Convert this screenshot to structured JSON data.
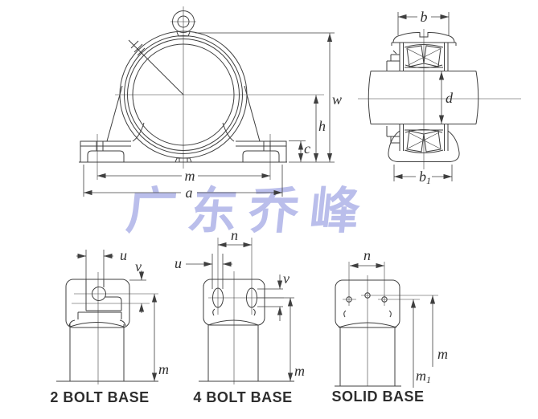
{
  "watermark": {
    "text": "广东乔峰"
  },
  "views": {
    "front": {
      "labels": {
        "w": "w",
        "h": "h",
        "c": "c",
        "m": "m",
        "a": "a"
      }
    },
    "section": {
      "labels": {
        "b": "b",
        "d": "d",
        "b1_base": "b",
        "b1_sub": "1"
      }
    },
    "two_bolt": {
      "caption": "2 BOLT BASE",
      "labels": {
        "u": "u",
        "v": "v",
        "m": "m"
      }
    },
    "four_bolt": {
      "caption": "4 BOLT BASE",
      "labels": {
        "n": "n",
        "u": "u",
        "v": "v",
        "m": "m"
      }
    },
    "solid": {
      "caption": "SOLID BASE",
      "labels": {
        "n": "n",
        "m": "m",
        "m1_base": "m",
        "m1_sub": "1"
      }
    }
  },
  "colors": {
    "line": "#3f3f3f",
    "label": "#303030",
    "watermark": "#aeb3e8",
    "background": "#ffffff"
  }
}
